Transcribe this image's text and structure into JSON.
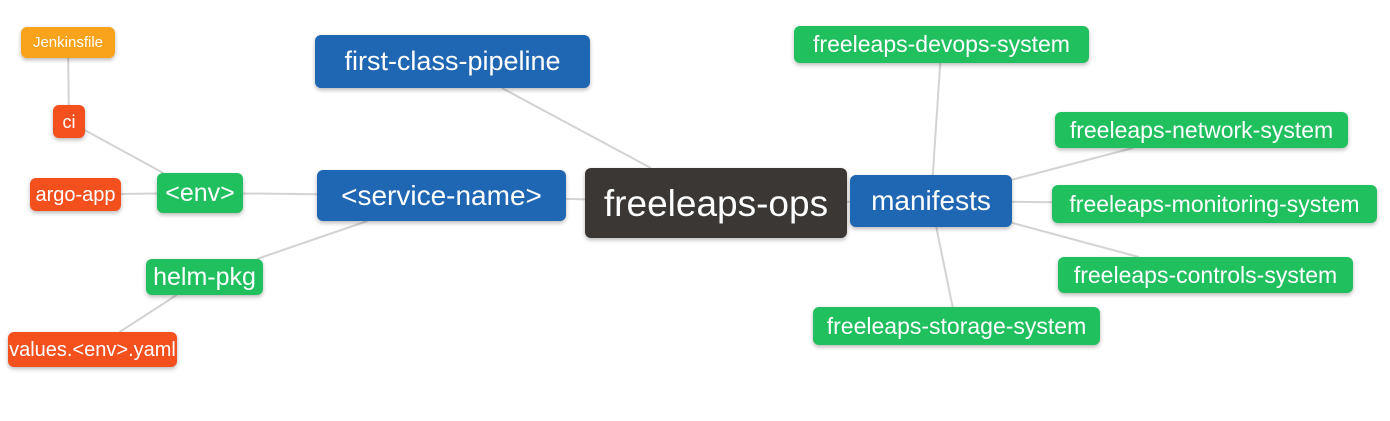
{
  "app": {
    "background": "#ffffff",
    "edge_color": "#d3d3d3"
  },
  "mindmap": {
    "nodes": [
      {
        "id": "jenkinsfile",
        "label": "Jenkinsfile",
        "color": "#F9A21B"
      },
      {
        "id": "ci",
        "label": "ci",
        "color": "#F4501E"
      },
      {
        "id": "argo-app",
        "label": "argo-app",
        "color": "#F4501E"
      },
      {
        "id": "env",
        "label": "<env>",
        "color": "#21C05F"
      },
      {
        "id": "helm-pkg",
        "label": "helm-pkg",
        "color": "#21C05F"
      },
      {
        "id": "values-env-yaml",
        "label": "values.<env>.yaml",
        "color": "#F4501E"
      },
      {
        "id": "first-class-pipeline",
        "label": "first-class-pipeline",
        "color": "#1F66B3"
      },
      {
        "id": "service-name",
        "label": "<service-name>",
        "color": "#1F66B3"
      },
      {
        "id": "freeleaps-ops",
        "label": "freeleaps-ops",
        "color": "#3A3734"
      },
      {
        "id": "manifests",
        "label": "manifests",
        "color": "#1F66B3"
      },
      {
        "id": "freeleaps-devops-system",
        "label": "freeleaps-devops-system",
        "color": "#21C05F"
      },
      {
        "id": "freeleaps-network-system",
        "label": "freeleaps-network-system",
        "color": "#21C05F"
      },
      {
        "id": "freeleaps-monitoring-system",
        "label": "freeleaps-monitoring-system",
        "color": "#21C05F"
      },
      {
        "id": "freeleaps-controls-system",
        "label": "freeleaps-controls-system",
        "color": "#21C05F"
      },
      {
        "id": "freeleaps-storage-system",
        "label": "freeleaps-storage-system",
        "color": "#21C05F"
      }
    ],
    "edges": [
      {
        "from": "jenkinsfile",
        "to": "ci"
      },
      {
        "from": "ci",
        "to": "env"
      },
      {
        "from": "argo-app",
        "to": "env"
      },
      {
        "from": "env",
        "to": "service-name"
      },
      {
        "from": "values-env-yaml",
        "to": "helm-pkg"
      },
      {
        "from": "helm-pkg",
        "to": "service-name"
      },
      {
        "from": "first-class-pipeline",
        "to": "freeleaps-ops"
      },
      {
        "from": "service-name",
        "to": "freeleaps-ops"
      },
      {
        "from": "freeleaps-ops",
        "to": "manifests"
      },
      {
        "from": "manifests",
        "to": "freeleaps-devops-system"
      },
      {
        "from": "manifests",
        "to": "freeleaps-network-system"
      },
      {
        "from": "manifests",
        "to": "freeleaps-monitoring-system"
      },
      {
        "from": "manifests",
        "to": "freeleaps-controls-system"
      },
      {
        "from": "manifests",
        "to": "freeleaps-storage-system"
      }
    ]
  }
}
